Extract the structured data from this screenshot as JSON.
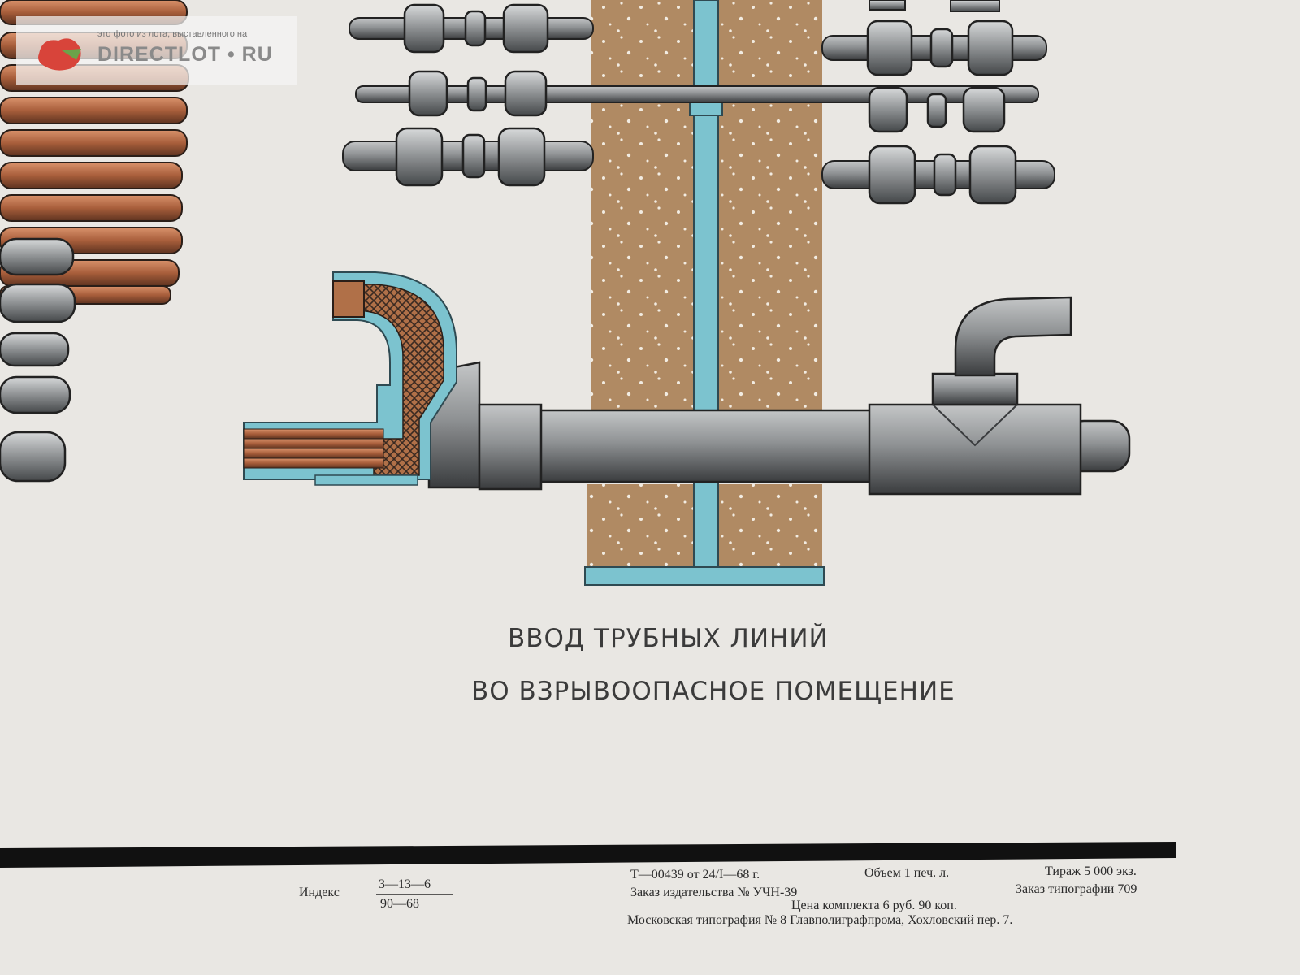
{
  "title": {
    "line1": "ВВОД ТРУБНЫХ ЛИНИЙ",
    "line2": "ВО ВЗРЫВООПАСНОЕ ПОМЕЩЕНИЕ"
  },
  "imprint": {
    "index_label": "Индекс",
    "index_numerator": "3—13—6",
    "index_denominator": "90—68",
    "line1": "Т—00439 от 24/I—68 г.",
    "volume": "Объем 1 печ. л.",
    "circulation": "Тираж 5 000 экз.",
    "publisher_order": "Заказ издательства № УЧН-39",
    "print_order": "Заказ типографии 709",
    "price": "Цена комплекта 6 руб. 90 коп.",
    "printer": "Московская типография № 8 Главполиграфпрома, Хохловский пер. 7."
  },
  "watermark": {
    "small_text": "это фото из лота, выставленного на",
    "brand_text": "DIRECTLOT • RU"
  },
  "colors": {
    "paper": "#e9e7e3",
    "wall": "#b08a63",
    "steel_blue": "#7cc3cf",
    "pipe_gray": "#8f9294",
    "copper": "#b36a45",
    "rule": "#111111"
  }
}
